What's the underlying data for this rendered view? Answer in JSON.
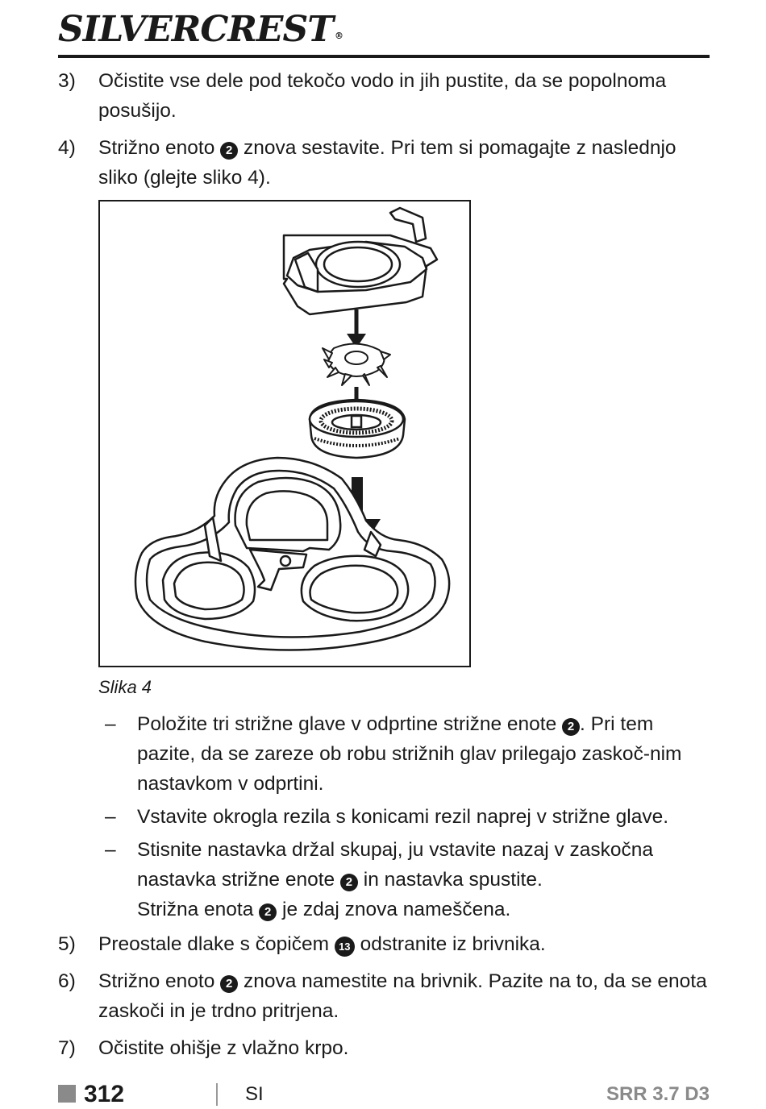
{
  "header": {
    "brand": "SILVERCREST",
    "reg_mark": "®"
  },
  "steps_top": [
    {
      "num": "3)",
      "text": "Očistite vse dele pod tekočo vodo in jih pustite, da se popolnoma posušijo."
    },
    {
      "num": "4)",
      "text_a": "Strižno enoto",
      "ref": "2",
      "text_b": "znova sestavite. Pri tem si pomagajte z naslednjo sliko (glejte sliko 4)."
    }
  ],
  "figure": {
    "caption": "Slika 4"
  },
  "bullets": [
    {
      "dash": "–",
      "text_a": "Položite tri strižne glave v odprtine strižne enote",
      "ref": "2",
      "text_b": ". Pri tem pazite, da se zareze ob robu strižnih glav prilegajo zaskoč-nim nastavkom v odprtini."
    },
    {
      "dash": "–",
      "text": "Vstavite okrogla rezila s konicami rezil naprej v strižne glave."
    },
    {
      "dash": "–",
      "text_a": "Stisnite nastavka držal skupaj, ju vstavite nazaj v zaskočna nastavka strižne enote",
      "ref": "2",
      "text_b": "in nastavka spustite.",
      "text_c": "Strižna enota",
      "ref2": "2",
      "text_d": "je zdaj znova nameščena."
    }
  ],
  "steps_bottom": [
    {
      "num": "5)",
      "text_a": "Preostale dlake s čopičem",
      "ref": "13",
      "text_b": "odstranite iz brivnika."
    },
    {
      "num": "6)",
      "text_a": "Strižno enoto",
      "ref": "2",
      "text_b": "znova namestite na brivnik. Pazite na to, da se enota zaskoči in je trdno pritrjena."
    },
    {
      "num": "7)",
      "text": "Očistite ohišje z vlažno krpo."
    }
  ],
  "footer": {
    "page": "312",
    "lang": "SI",
    "model": "SRR 3.7 D3"
  },
  "icons": [
    "arrow-down-icon"
  ]
}
